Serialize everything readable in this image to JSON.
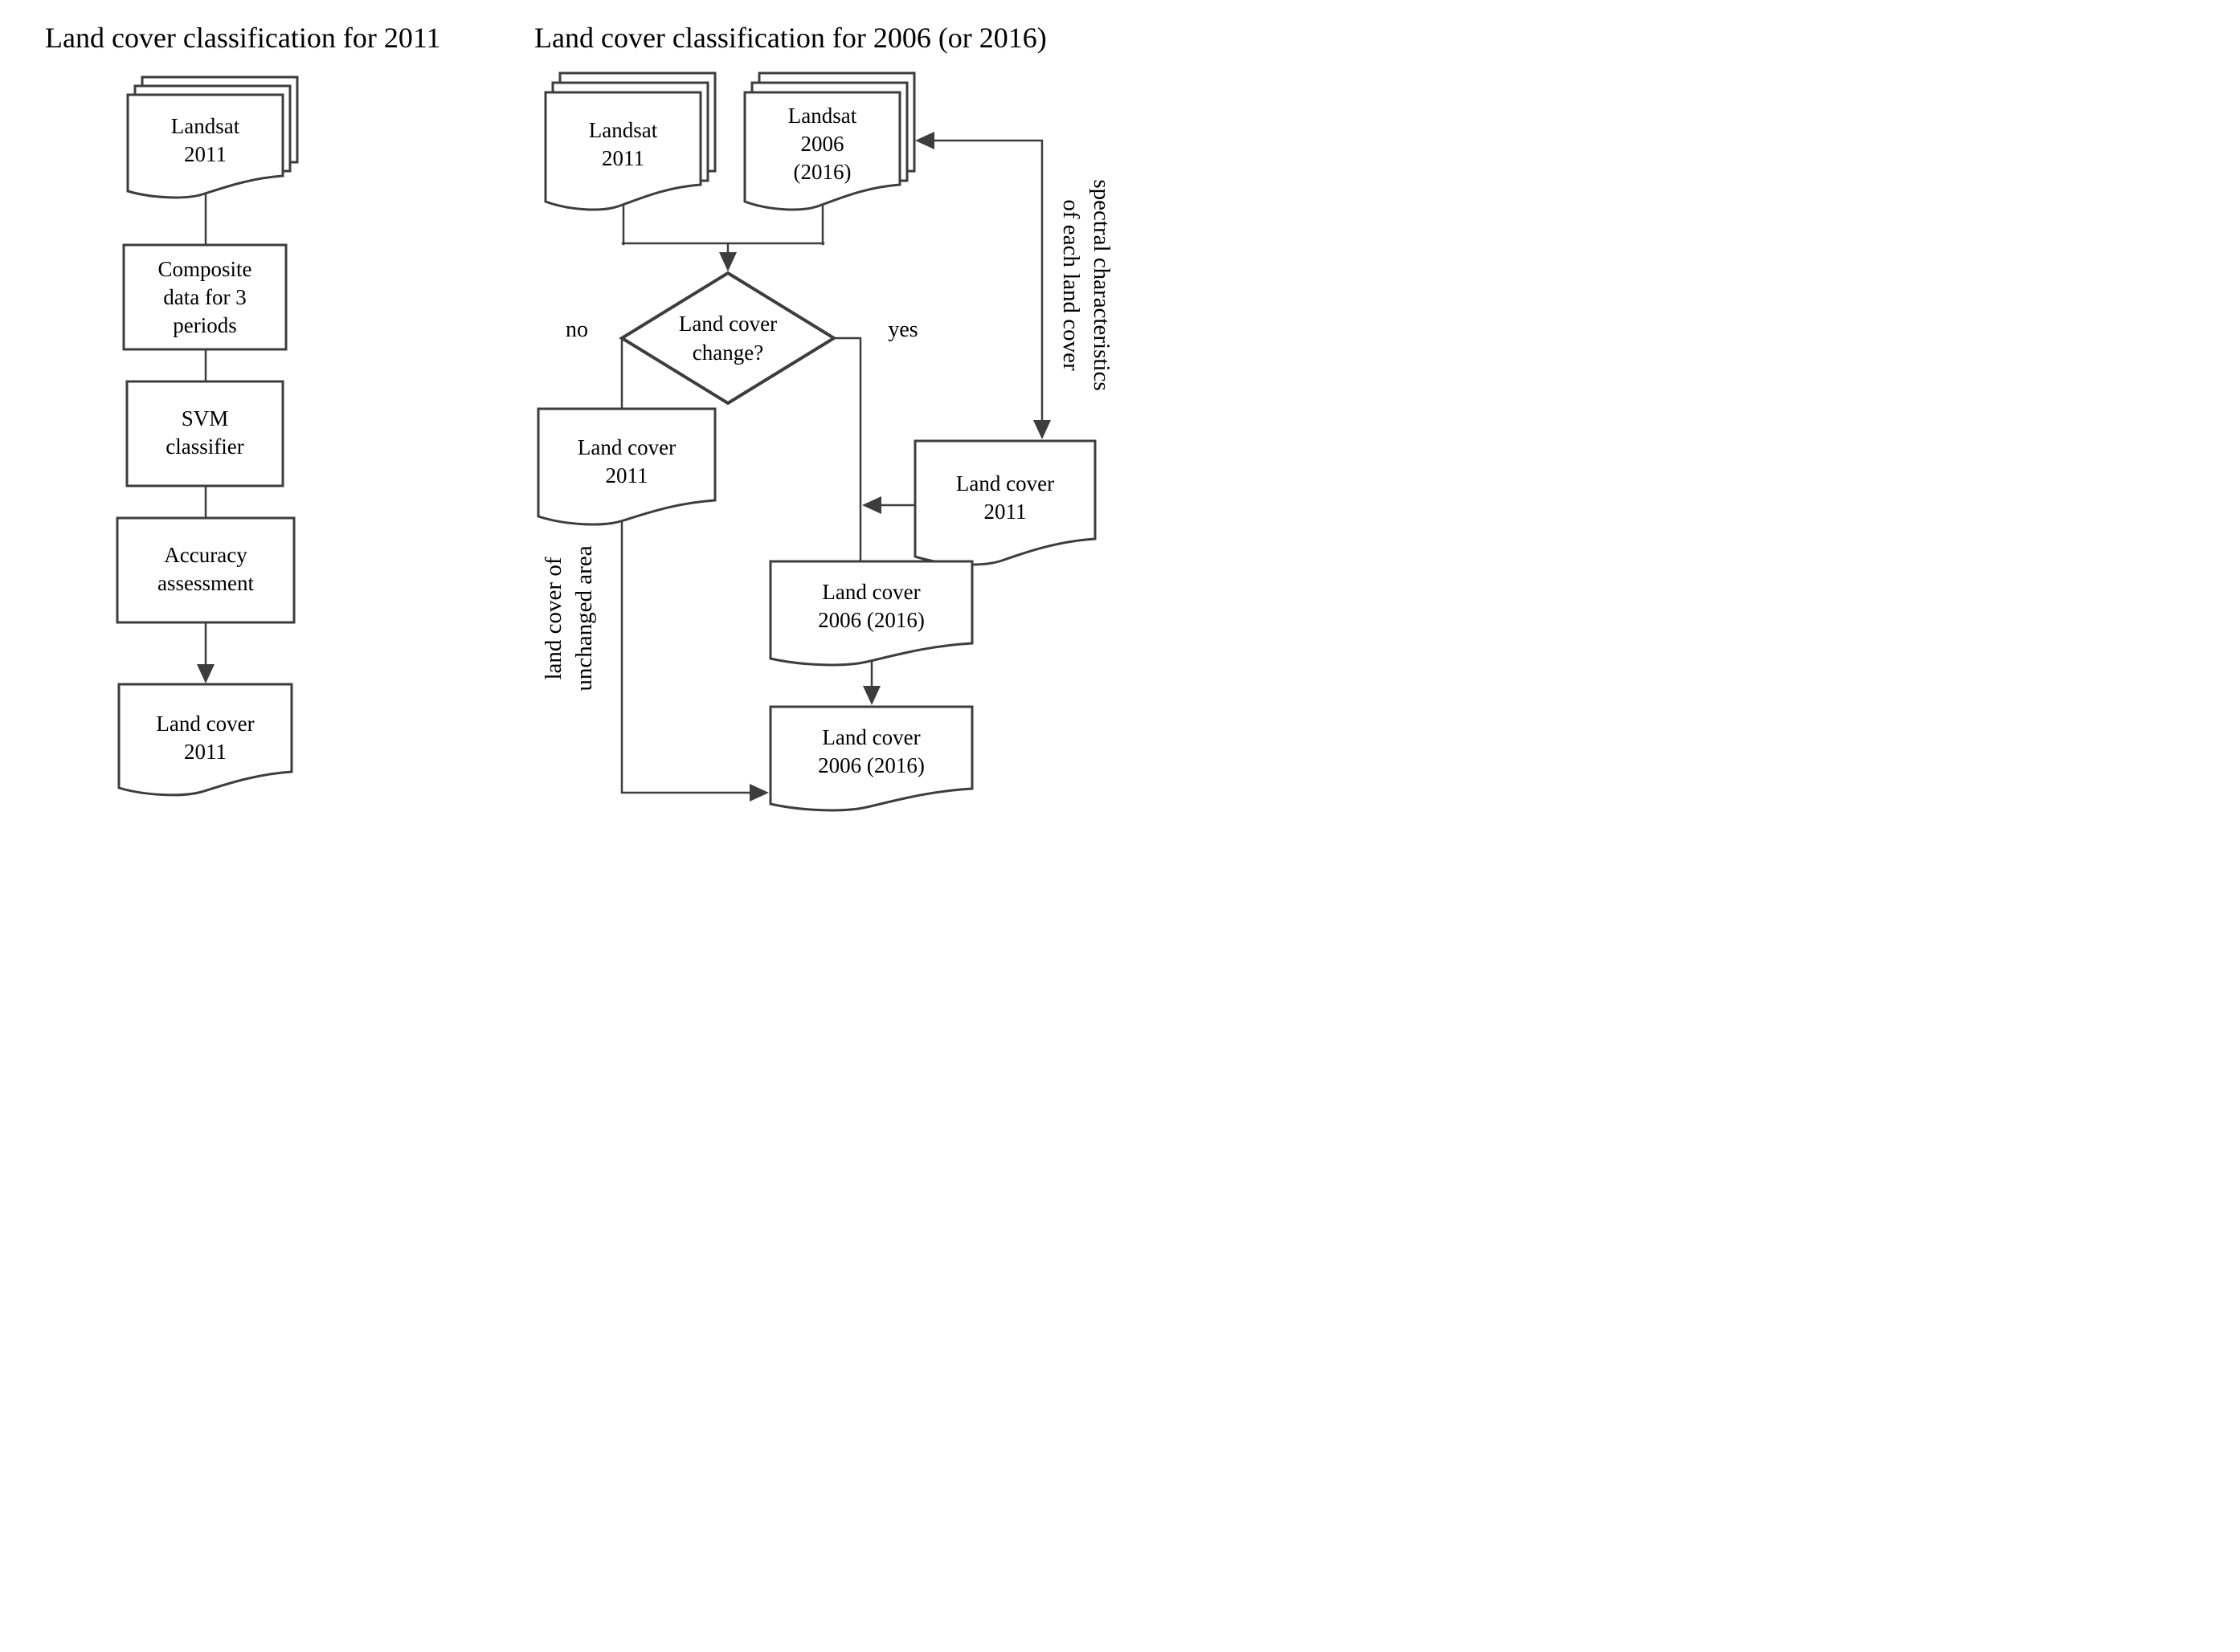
{
  "colors": {
    "stroke": "#3d3d3d",
    "text": "#000000",
    "background": "#ffffff"
  },
  "left_chart": {
    "title": "Land cover classification for 2011",
    "landsat_stack": {
      "line1": "Landsat",
      "line2": "2011"
    },
    "composite_box": {
      "line1": "Composite",
      "line2": "data for 3",
      "line3": "periods"
    },
    "svm_box": {
      "line1": "SVM",
      "line2": "classifier"
    },
    "accuracy_box": {
      "line1": "Accuracy",
      "line2": "assessment"
    },
    "landcover_doc": {
      "line1": "Land cover",
      "line2": "2011"
    }
  },
  "right_chart": {
    "title": "Land cover classification for 2006 (or 2016)",
    "landsat2011_stack": {
      "line1": "Landsat",
      "line2": "2011"
    },
    "landsat2006_stack": {
      "line1": "Landsat",
      "line2": "2006",
      "line3": "(2016)"
    },
    "decision_diamond": {
      "line1": "Land cover",
      "line2": "change?"
    },
    "no_label": "no",
    "yes_label": "yes",
    "landcover2011_no_doc": {
      "line1": "Land cover",
      "line2": "2011"
    },
    "landcover2011_spectral_doc": {
      "line1": "Land cover",
      "line2": "2011"
    },
    "landcover2006_mid_doc": {
      "line1": "Land cover",
      "line2": "2006 (2016)"
    },
    "landcover2006_final_doc": {
      "line1": "Land cover",
      "line2": "2006 (2016)"
    },
    "spectral_label": {
      "line1": "spectral characteristics",
      "line2": "of each land cover"
    },
    "unchanged_label": {
      "line1": "land cover of",
      "line2": "unchanged area"
    }
  }
}
